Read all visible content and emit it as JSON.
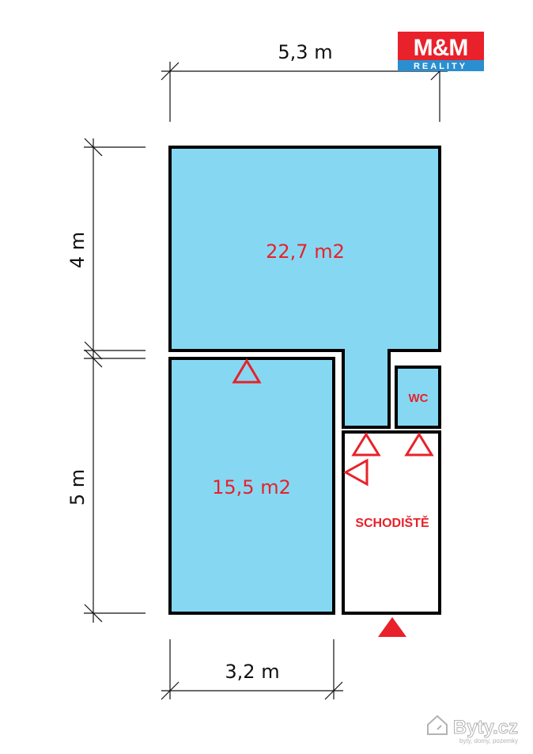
{
  "dimensions": {
    "top_width": "5,3 m",
    "bottom_width": "3,2 m",
    "upper_height": "4 m",
    "lower_height": "5 m"
  },
  "rooms": [
    {
      "id": "room-large",
      "area": "22,7  m2"
    },
    {
      "id": "room-small",
      "area": "15,5  m2"
    },
    {
      "id": "wc",
      "label": "WC"
    },
    {
      "id": "staircase",
      "label": "SCHODIŠTĚ"
    }
  ],
  "logo": {
    "brand": "M&M",
    "sub": "REALITY"
  },
  "watermark": {
    "site": "Byty.cz",
    "tagline": "byty, domy, pozemky"
  },
  "colors": {
    "room_fill": "#86d8f2",
    "wall": "#000000",
    "marker": "#e8212a",
    "logo_red": "#e8212a",
    "logo_blue": "#2a8fd0"
  }
}
